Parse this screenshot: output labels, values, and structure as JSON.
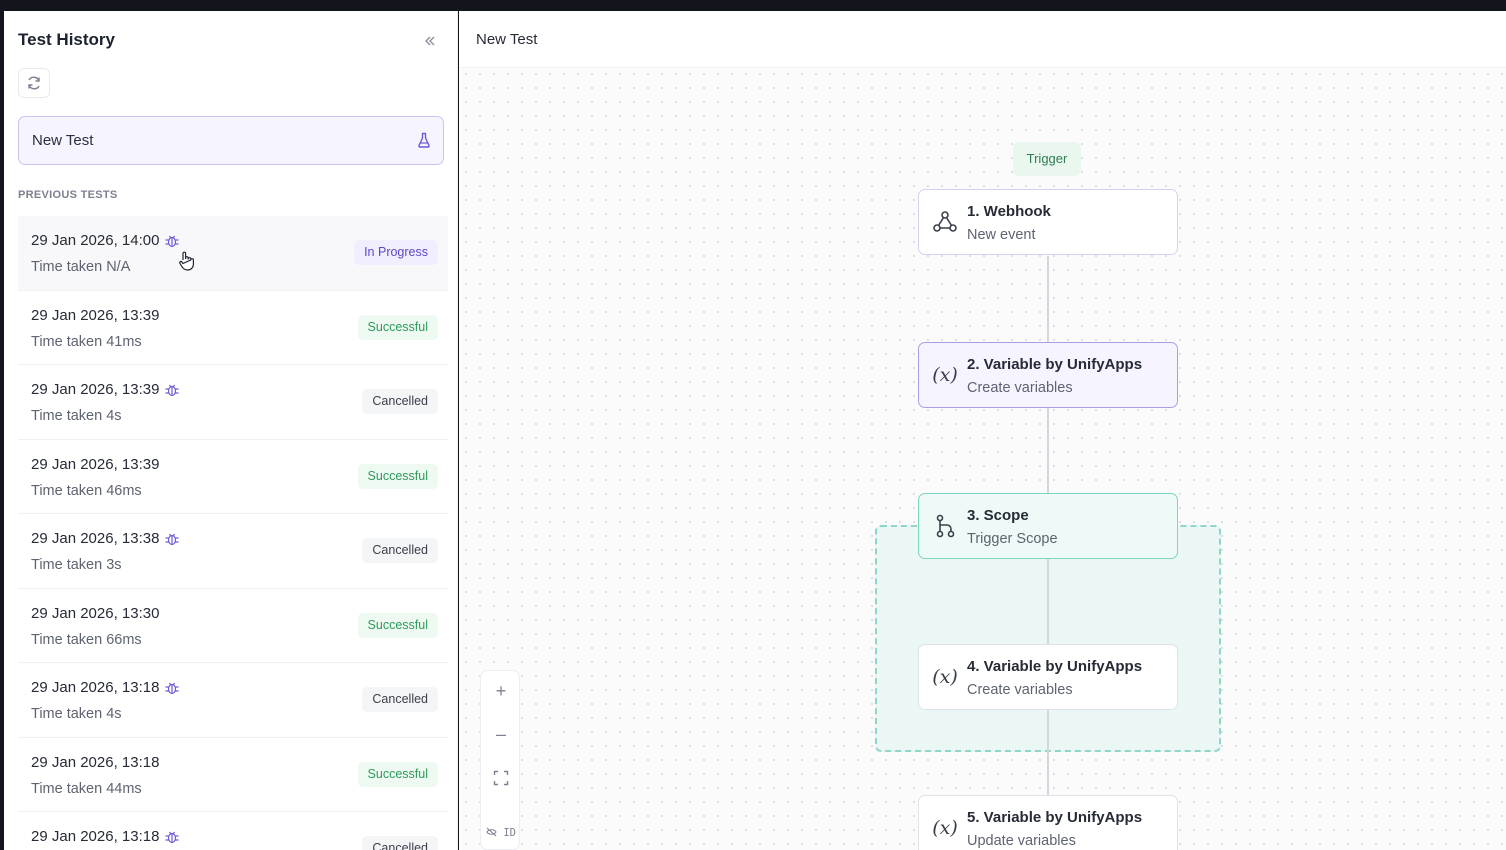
{
  "sidebar": {
    "title": "Test History",
    "collapse_icon": "double-chevron-left-icon",
    "refresh_icon": "refresh-icon",
    "new_test": {
      "label": "New Test",
      "icon": "flask-icon"
    },
    "previous_header": "PREVIOUS TESTS",
    "tests": [
      {
        "date": "29 Jan 2026, 14:00",
        "time": "Time taken N/A",
        "status": "In Progress",
        "has_debug": true
      },
      {
        "date": "29 Jan 2026, 13:39",
        "time": "Time taken 41ms",
        "status": "Successful",
        "has_debug": false
      },
      {
        "date": "29 Jan 2026, 13:39",
        "time": "Time taken 4s",
        "status": "Cancelled",
        "has_debug": true
      },
      {
        "date": "29 Jan 2026, 13:39",
        "time": "Time taken 46ms",
        "status": "Successful",
        "has_debug": false
      },
      {
        "date": "29 Jan 2026, 13:38",
        "time": "Time taken 3s",
        "status": "Cancelled",
        "has_debug": true
      },
      {
        "date": "29 Jan 2026, 13:30",
        "time": "Time taken 66ms",
        "status": "Successful",
        "has_debug": false
      },
      {
        "date": "29 Jan 2026, 13:18",
        "time": "Time taken 4s",
        "status": "Cancelled",
        "has_debug": true
      },
      {
        "date": "29 Jan 2026, 13:18",
        "time": "Time taken 44ms",
        "status": "Successful",
        "has_debug": false
      },
      {
        "date": "29 Jan 2026, 13:18",
        "time": "",
        "status": "Cancelled",
        "has_debug": true
      }
    ]
  },
  "canvas": {
    "title": "New Test",
    "trigger_label": "Trigger",
    "nodes": [
      {
        "title": "1. Webhook",
        "subtitle": "New event",
        "icon": "webhook-icon"
      },
      {
        "title": "2. Variable by UnifyApps",
        "subtitle": "Create variables",
        "icon": "variable-icon"
      },
      {
        "title": "3. Scope",
        "subtitle": "Trigger Scope",
        "icon": "scope-icon"
      },
      {
        "title": "4. Variable by UnifyApps",
        "subtitle": "Create variables",
        "icon": "variable-icon"
      },
      {
        "title": "5. Variable by UnifyApps",
        "subtitle": "Update variables",
        "icon": "variable-icon"
      }
    ],
    "controls": {
      "zoom_in": "+",
      "zoom_out": "–",
      "id_toggle": "ID"
    }
  },
  "colors": {
    "accent": "#6a5bd6",
    "success": "#2f9a5c",
    "scope": "#8fd6c8",
    "trigger": "#2f7d55"
  }
}
